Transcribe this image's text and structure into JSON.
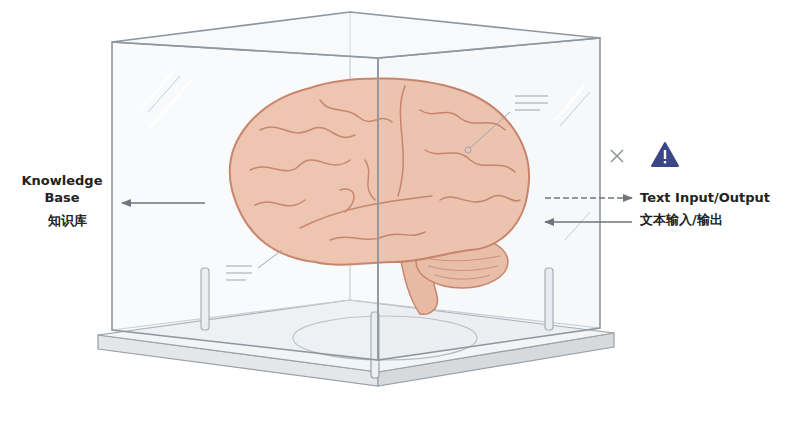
{
  "diagram": {
    "labels": [
      "Knowledge Base",
      "知识库",
      "Text Input/Output",
      "文本输入/输出"
    ]
  }
}
